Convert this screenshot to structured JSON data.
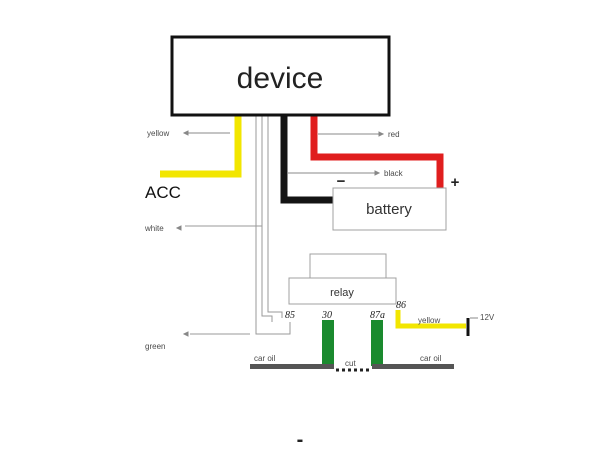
{
  "device": {
    "label": "device"
  },
  "battery": {
    "label": "battery",
    "plus": "+",
    "minus": "−"
  },
  "relay": {
    "label": "relay",
    "pins": {
      "p85": "85",
      "p30": "30",
      "p87a": "87a",
      "p86": "86"
    }
  },
  "acc": {
    "label": "ACC"
  },
  "wires": {
    "yellow": "yellow",
    "red": "red",
    "black": "black",
    "white": "white",
    "green": "green",
    "yellow2": "yellow",
    "v12": "12V"
  },
  "carbar": {
    "left": "car oil",
    "cut": "cut",
    "right": "car oil"
  },
  "footer": {
    "dash": "-"
  },
  "colors": {
    "yellow": "#f2e600",
    "red": "#e01e1e",
    "black": "#141414",
    "green": "#1a8a2e",
    "grey": "#555555",
    "outline": "#9a9a9a"
  }
}
